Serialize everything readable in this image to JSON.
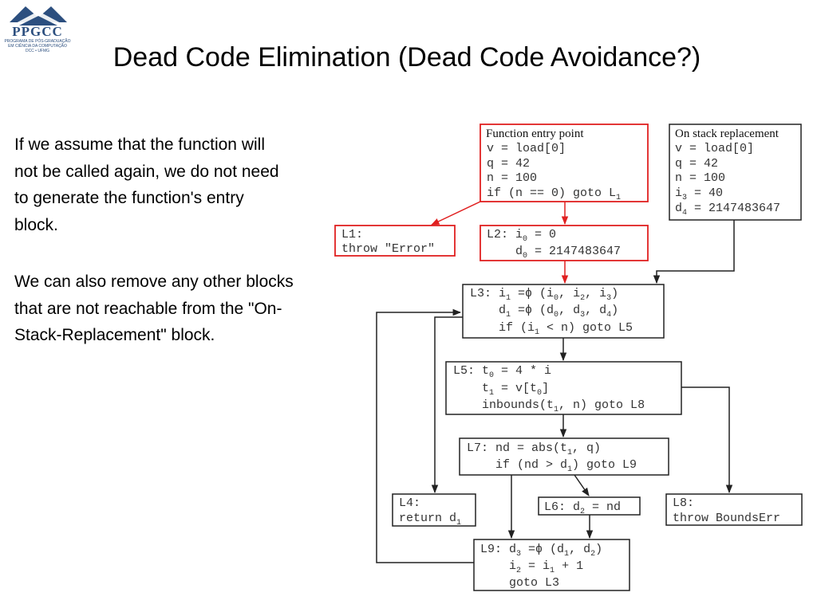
{
  "logo": {
    "name": "PPGCC",
    "line1": "PROGRAMA DE PÓS-GRADUAÇÃO",
    "line2": "EM CIÊNCIA DA COMPUTAÇÃO",
    "line3": "DCC • UFMG"
  },
  "title": "Dead Code Elimination (Dead Code Avoidance?)",
  "paragraphs": [
    "If we assume that the function will\nnot be called again, we do not need\nto generate the function's entry\nblock.",
    "We can also remove any other blocks\nthat are not reachable from the \"On-\nStack-Replacement\" block."
  ],
  "colors": {
    "highlight": "#e02020",
    "normal": "#222222",
    "logo": "#2c4f7f"
  },
  "blocks": {
    "entry": {
      "header": "Function entry point",
      "l1": "v = load[0]",
      "l2": "q = 42",
      "l3": "n = 100",
      "l4a": "if (n == 0) goto L",
      "l4b": "1"
    },
    "osr": {
      "header": "On stack replacement",
      "l1": "v = load[0]",
      "l2": "q = 42",
      "l3": "n = 100",
      "l4a": "i",
      "l4b": "3",
      "l4c": " = 40",
      "l5a": "d",
      "l5b": "4",
      "l5c": " = 2147483647"
    },
    "L1": {
      "l1": "L1:",
      "l2": "throw \"Error\""
    },
    "L2": {
      "l1a": "L2: i",
      "l1b": "0",
      "l1c": " = 0",
      "l2a": "    d",
      "l2b": "0",
      "l2c": " = 2147483647"
    },
    "L3": {
      "l1a": "L3: i",
      "l1b": "1",
      "l1c": " =ϕ (i",
      "l1d": "0",
      "l1e": ", i",
      "l1f": "2",
      "l1g": ", i",
      "l1h": "3",
      "l1i": ")",
      "l2a": "    d",
      "l2b": "1",
      "l2c": " =ϕ (d",
      "l2d": "0",
      "l2e": ", d",
      "l2f": "3",
      "l2g": ", d",
      "l2h": "4",
      "l2i": ")",
      "l3a": "    if (i",
      "l3b": "1",
      "l3c": " < n) goto L5"
    },
    "L5": {
      "l1a": "L5: t",
      "l1b": "0",
      "l1c": " = 4 * i",
      "l2a": "    t",
      "l2b": "1",
      "l2c": " = v[t",
      "l2d": "0",
      "l2e": "]",
      "l3a": "    inbounds(t",
      "l3b": "1",
      "l3c": ", n) goto L8"
    },
    "L7": {
      "l1a": "L7: nd = abs(t",
      "l1b": "1",
      "l1c": ", q)",
      "l2a": "    if (nd > d",
      "l2b": "1",
      "l2c": ") goto L9"
    },
    "L4": {
      "l1": "L4:",
      "l2a": "return d",
      "l2b": "1"
    },
    "L6": {
      "l1a": "L6: d",
      "l1b": "2",
      "l1c": " = nd"
    },
    "L8": {
      "l1": "L8:",
      "l2": "throw BoundsErr"
    },
    "L9": {
      "l1a": "L9: d",
      "l1b": "3",
      "l1c": " =ϕ (d",
      "l1d": "1",
      "l1e": ", d",
      "l1f": "2",
      "l1g": ")",
      "l2a": "    i",
      "l2b": "2",
      "l2c": " = i",
      "l2d": "1",
      "l2e": " + 1",
      "l3": "    goto L3"
    }
  }
}
